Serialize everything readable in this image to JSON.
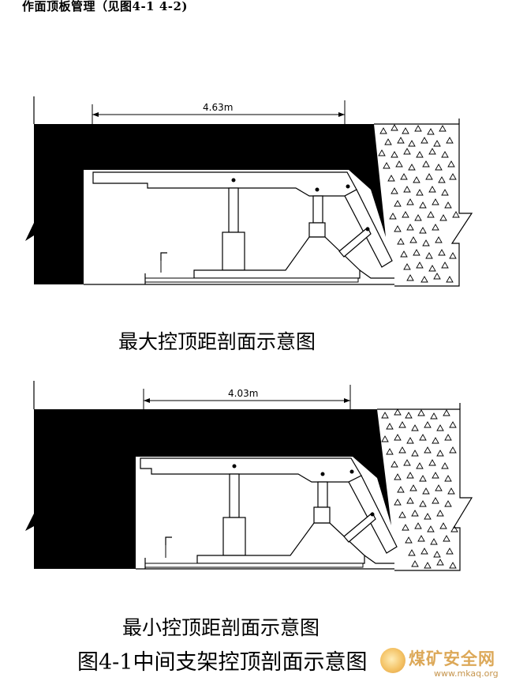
{
  "header": {
    "text": "作面顶板管理（见图4-1   4-2)"
  },
  "figures": [
    {
      "dimension_label": "4.63m",
      "caption": "最大控顶距剖面示意图"
    },
    {
      "dimension_label": "4.03m",
      "caption": "最小控顶距剖面示意图"
    }
  ],
  "figure_title": "图4-1中间支架控顶剖面示意图",
  "watermark": {
    "title": "煤矿安全网",
    "url": "www.mkaq.org"
  }
}
